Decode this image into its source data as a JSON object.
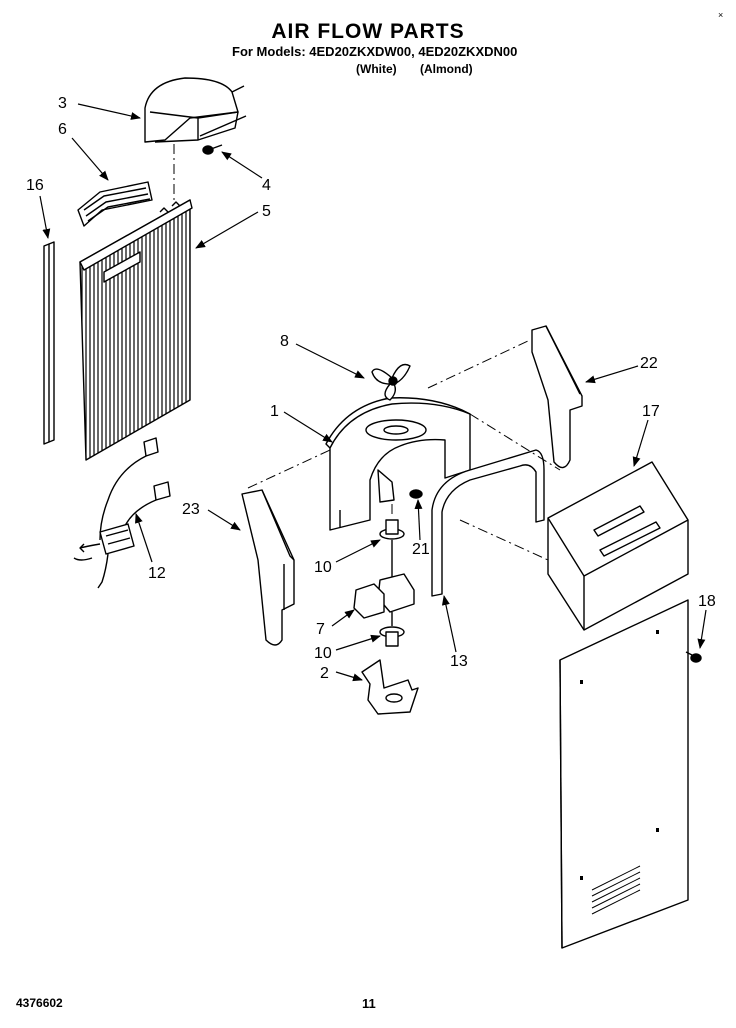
{
  "title": "AIR FLOW PARTS",
  "models_line": "For Models: 4ED20ZKXDW00, 4ED20ZKXDN00",
  "variant_white": "(White)",
  "variant_almond": "(Almond)",
  "corner_mark": "×",
  "doc_number": "4376602",
  "page_number": "11",
  "callouts": {
    "c1": "1",
    "c2": "2",
    "c3": "3",
    "c4": "4",
    "c5": "5",
    "c6": "6",
    "c7": "7",
    "c8": "8",
    "c10a": "10",
    "c10b": "10",
    "c12": "12",
    "c13": "13",
    "c16": "16",
    "c17": "17",
    "c18": "18",
    "c21": "21",
    "c22": "22",
    "c23": "23"
  }
}
